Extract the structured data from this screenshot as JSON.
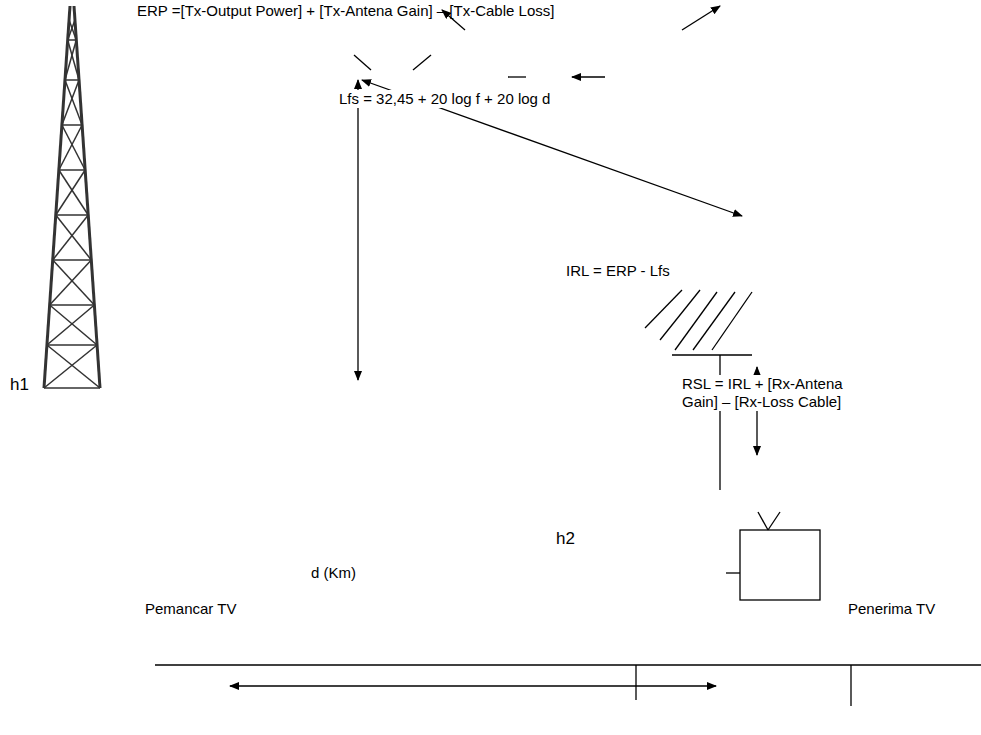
{
  "diagram": {
    "labels": [
      "ERP =[Tx-Output Power] + [Tx-Antena Gain] – [Tx-Cable Loss]",
      "Lfs = 32,45 + 20 log f + 20 log d",
      "IRL = ERP - Lfs",
      "RSL = IRL + [Rx-Antena Gain] – [Rx-Loss Cable]",
      "h1",
      "h2",
      "Pemancar TV",
      "Penerima TV",
      "d (Km)"
    ]
  }
}
